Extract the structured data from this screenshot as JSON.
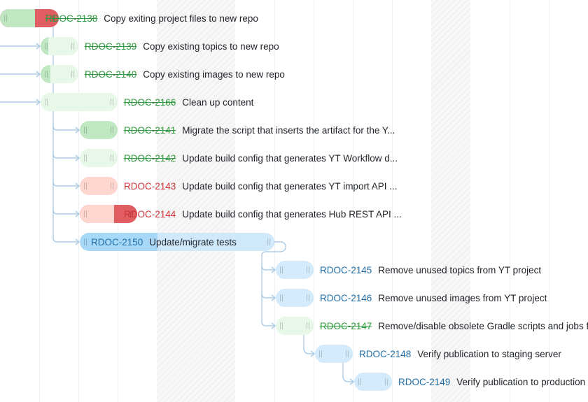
{
  "colors": {
    "resolved_key": "#2e9a3c",
    "overdue_key": "#cf3338",
    "open_key": "#1e6ea8",
    "task_text": "#1f2328",
    "link": "#9fc3e3"
  },
  "tasks": [
    {
      "key": "RDOC-2138",
      "title": "Copy exiting project files to new repo",
      "status": "overdue-resolved",
      "progress": 0.6
    },
    {
      "key": "RDOC-2139",
      "title": "Copy existing topics to new repo",
      "status": "resolved",
      "progress": 0.2
    },
    {
      "key": "RDOC-2140",
      "title": "Copy existing images to new repo",
      "status": "resolved",
      "progress": 0.25
    },
    {
      "key": "RDOC-2166",
      "title": "Clean up content",
      "status": "resolved-light",
      "progress": 0.0
    },
    {
      "key": "RDOC-2141",
      "title": "Migrate the script that inserts the artifact for the Y...",
      "status": "resolved",
      "progress": 1.0
    },
    {
      "key": "RDOC-2142",
      "title": "Update build config that generates YT Workflow d...",
      "status": "resolved-light",
      "progress": 0.0
    },
    {
      "key": "RDOC-2143",
      "title": "Update build config that generates YT import API ...",
      "status": "overdue-light",
      "progress": 0.0
    },
    {
      "key": "RDOC-2144",
      "title": "Update build config that generates Hub REST API ...",
      "status": "overdue-open",
      "progress": 0.6
    },
    {
      "key": "RDOC-2150",
      "title": "Update/migrate tests",
      "status": "open-active",
      "progress": 0.4
    },
    {
      "key": "RDOC-2145",
      "title": "Remove unused topics from YT project",
      "status": "open",
      "progress": 0.0
    },
    {
      "key": "RDOC-2146",
      "title": "Remove unused images from YT project",
      "status": "open",
      "progress": 0.0
    },
    {
      "key": "RDOC-2147",
      "title": "Remove/disable obsolete Gradle scripts and jobs f",
      "status": "resolved-light",
      "progress": 0.0
    },
    {
      "key": "RDOC-2148",
      "title": "Verify publication to staging server",
      "status": "open",
      "progress": 0.0
    },
    {
      "key": "RDOC-2149",
      "title": "Verify publication to production",
      "status": "open",
      "progress": 0.0
    }
  ]
}
